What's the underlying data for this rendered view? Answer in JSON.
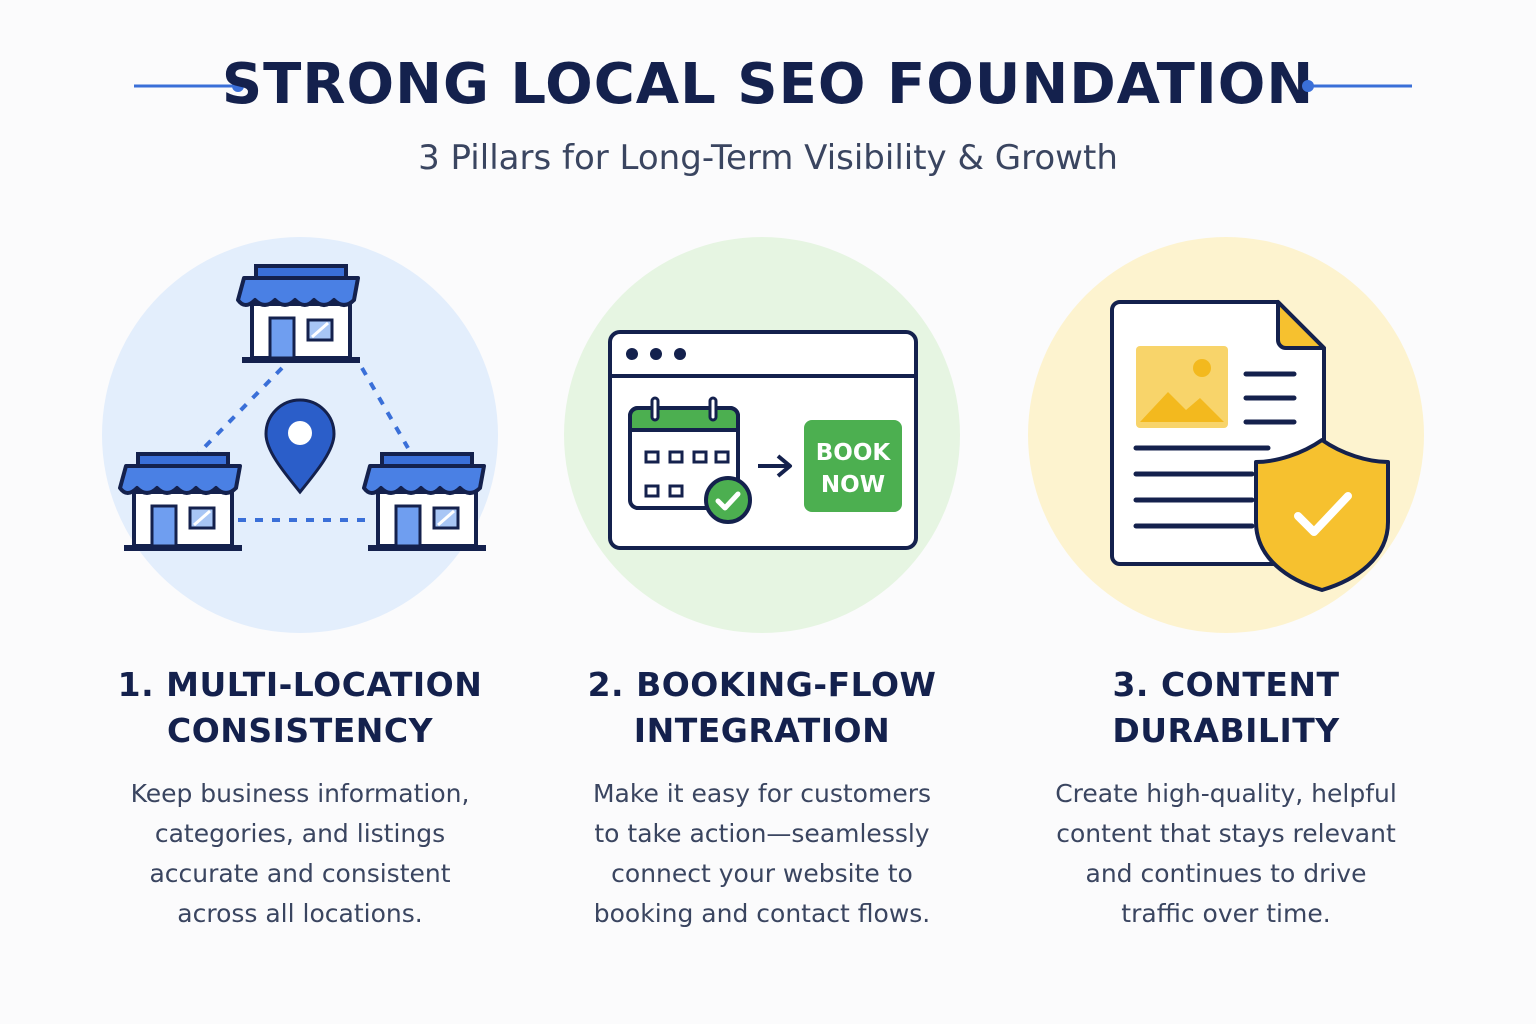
{
  "header": {
    "title": "STRONG LOCAL SEO FOUNDATION",
    "subtitle": "3 Pillars for Long-Term Visibility & Growth"
  },
  "pillars": [
    {
      "title_lines": [
        "1. MULTI-LOCATION",
        "CONSISTENCY"
      ],
      "desc_lines": [
        "Keep business information,",
        "categories, and listings",
        "accurate and consistent",
        "across all locations."
      ],
      "icon": "storefronts-network-icon",
      "circle_color": "#e3eefc"
    },
    {
      "title_lines": [
        "2. BOOKING-FLOW",
        "INTEGRATION"
      ],
      "desc_lines": [
        "Make it easy for customers",
        "to take action—seamlessly",
        "connect your website to",
        "booking and contact flows."
      ],
      "icon": "booking-window-icon",
      "circle_color": "#e6f5e2",
      "book_button": [
        "BOOK",
        "NOW"
      ]
    },
    {
      "title_lines": [
        "3. CONTENT",
        "DURABILITY"
      ],
      "desc_lines": [
        "Create high-quality, helpful",
        "content that stays relevant",
        "and continues to drive",
        "traffic over time."
      ],
      "icon": "document-shield-icon",
      "circle_color": "#fdf3cf"
    }
  ],
  "colors": {
    "navy": "#14214d",
    "blue": "#3a6fd8",
    "green": "#4caf50",
    "yellow": "#f6c12f"
  }
}
